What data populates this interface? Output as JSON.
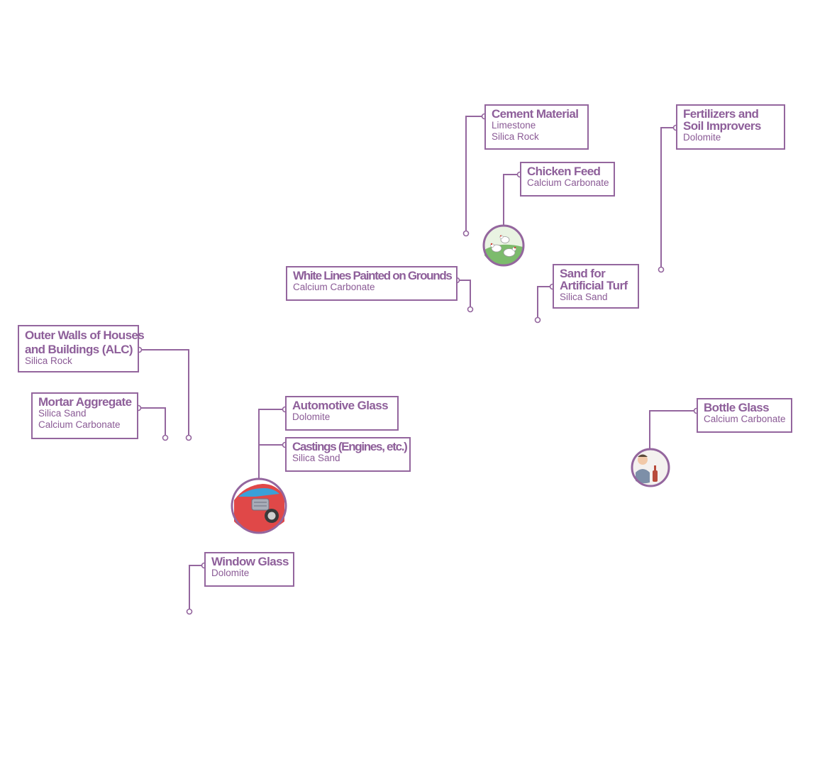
{
  "colors": {
    "accent": "#94669e",
    "title": "#8e5f9a",
    "subtitle": "#8a5a95"
  },
  "uses": {
    "cement": {
      "title": "Cement Material",
      "materials": [
        "Limestone",
        "Silica Rock"
      ]
    },
    "chicken": {
      "title": "Chicken Feed",
      "materials": [
        "Calcium Carbonate"
      ],
      "icon": "chickens-icon"
    },
    "fertilizer": {
      "title_lines": [
        "Fertilizers and",
        "Soil Improvers"
      ],
      "materials": [
        "Dolomite"
      ]
    },
    "white_lines": {
      "title": "White Lines Painted on Grounds",
      "materials": [
        "Calcium Carbonate"
      ]
    },
    "turf": {
      "title_lines": [
        "Sand for",
        "Artificial Turf"
      ],
      "materials": [
        "Silica Sand"
      ]
    },
    "outer_walls": {
      "title_lines": [
        "Outer Walls of Houses",
        "and Buildings (ALC)"
      ],
      "materials": [
        "Silica Rock"
      ]
    },
    "mortar": {
      "title": "Mortar Aggregate",
      "materials": [
        "Silica Sand",
        "Calcium Carbonate"
      ]
    },
    "auto_glass": {
      "title": "Automotive Glass",
      "materials": [
        "Dolomite"
      ],
      "icon": "car-icon"
    },
    "castings": {
      "title": "Castings (Engines, etc.)",
      "materials": [
        "Silica Sand"
      ]
    },
    "bottle": {
      "title": "Bottle Glass",
      "materials": [
        "Calcium Carbonate"
      ],
      "icon": "bottle-drinker-icon"
    },
    "window": {
      "title": "Window Glass",
      "materials": [
        "Dolomite"
      ]
    }
  }
}
